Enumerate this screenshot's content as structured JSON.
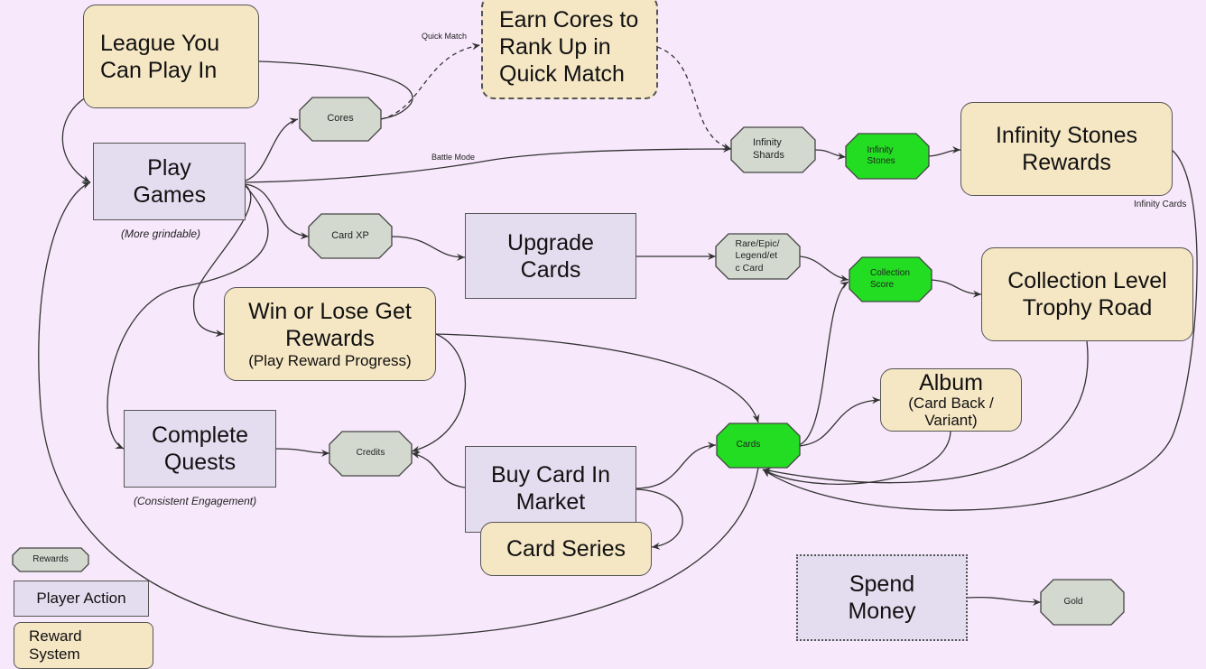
{
  "nodes": {
    "league": "League You Can Play In",
    "earn_cores": "Earn Cores to Rank Up in Quick Match",
    "play_games": "Play Games",
    "play_games_caption": "(More grindable)",
    "upgrade_cards": "Upgrade Cards",
    "win_lose": "Win or Lose Get Rewards",
    "win_lose_sub": "(Play Reward Progress)",
    "complete_quests": "Complete Quests",
    "complete_quests_caption": "(Consistent Engagement)",
    "buy_card": "Buy Card In Market",
    "card_series": "Card Series",
    "infinity_rewards": "Infinity Stones Rewards",
    "collection_level": "Collection Level Trophy Road",
    "album": "Album",
    "album_sub": "(Card Back / Variant)",
    "spend_money": "Spend Money"
  },
  "rewards": {
    "cores": "Cores",
    "card_xp": "Card XP",
    "infinity_shards": "Infinity Shards",
    "infinity_stones": "Infinity Stones",
    "rarity_card": "Rare/Epic/Legend/etc Card",
    "collection_score": "Collection Score",
    "credits": "Credits",
    "cards": "Cards",
    "gold": "Gold"
  },
  "edge_labels": {
    "quick_match": "Quick Match",
    "battle_mode": "Battle Mode",
    "infinity_cards": "Infinity Cards"
  },
  "legend": {
    "rewards": "Rewards",
    "player_action": "Player Action",
    "reward_system": "Reward System"
  },
  "colors": {
    "background": "#f7e9fb",
    "reward_system": "#f5e6c4",
    "player_action": "#e4dcef",
    "reward_grey": "#d3d9cf",
    "reward_green": "#22dd22"
  }
}
